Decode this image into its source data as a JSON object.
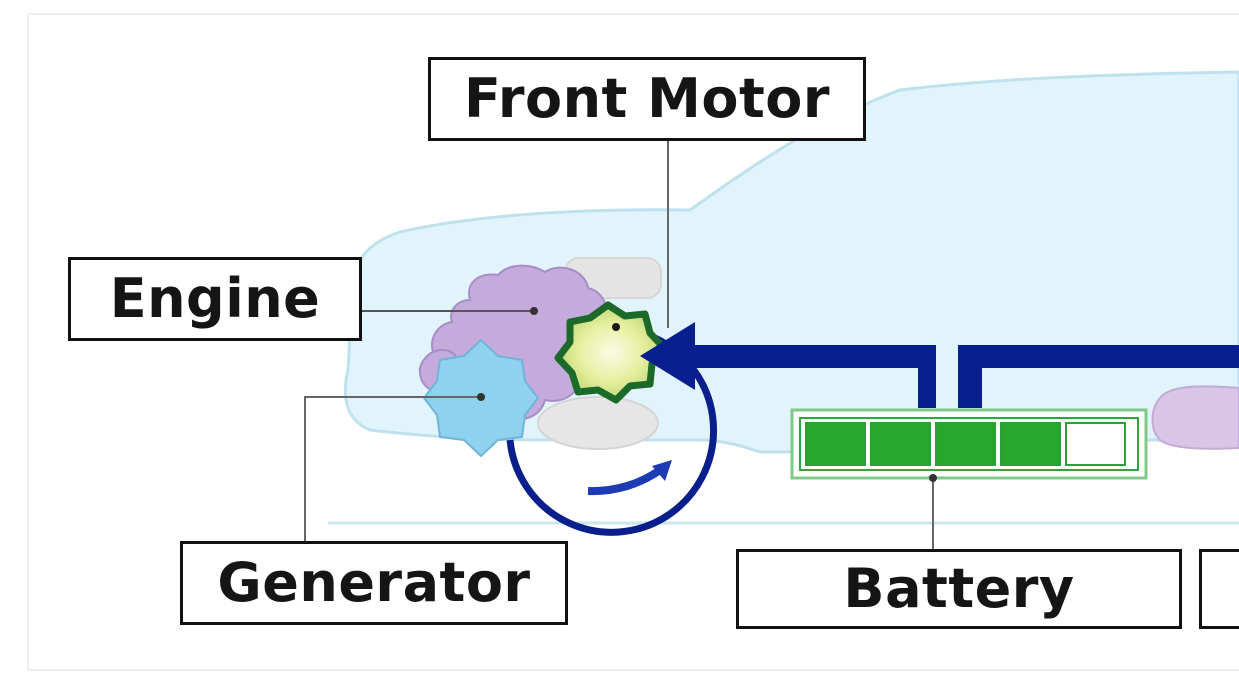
{
  "labels": {
    "front_motor": "Front Motor",
    "engine": "Engine",
    "generator": "Generator",
    "battery": "Battery",
    "partial": ""
  },
  "colors": {
    "car_body": "#dff3fb",
    "car_outline": "#bfe0ec",
    "engine": "#c6aedb",
    "generator": "#8fd0ef",
    "motor": "#e9f0a8",
    "motor_outline": "#1f6b2a",
    "power_flow": "#0a1f8f",
    "battery_cell": "#27a82d",
    "battery_outline": "#2aa039",
    "gray_parts": "#e2e2e2",
    "leader_lines": "#555555"
  },
  "battery": {
    "cells_total": 5,
    "cells_filled": 4
  },
  "icons": {
    "power_flow": "arrow-left-icon",
    "generator_rotation": "circular-arrow-icon"
  }
}
